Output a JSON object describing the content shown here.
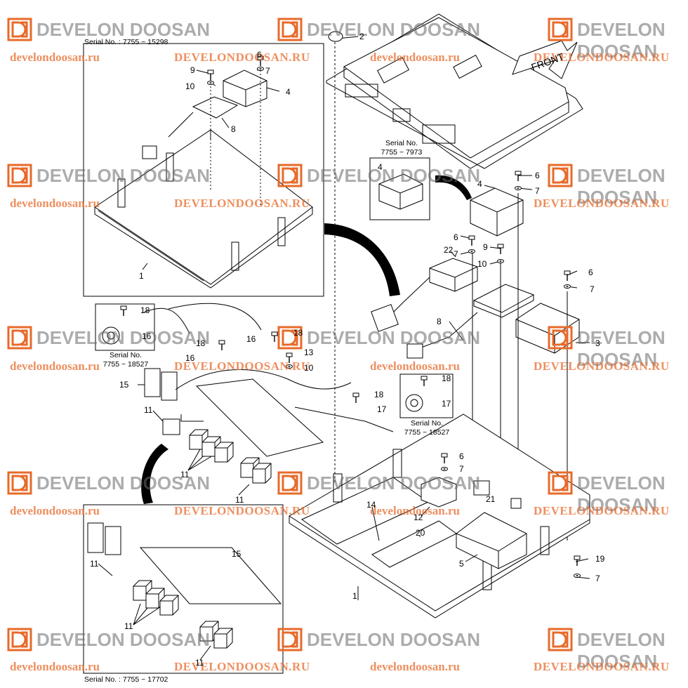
{
  "watermark": {
    "logo_text": "DEVELON DOOSAN",
    "url_lower": "develondoosan.ru",
    "url_upper": "DEVELONDOOSAN.RU",
    "logo_mark_color": "#e86a2a",
    "logo_text_color": "#6a6a6a",
    "url_color": "#e86a2a"
  },
  "front_label": "FRONT",
  "serial_notes": {
    "top_inset": "Serial No. : 7755 ~ 15298",
    "bottom_inset": "Serial No. : 7755 ~ 17702",
    "controller_inset_line1": "Serial No.",
    "controller_inset_line2": "7755 ~ 7973",
    "clamp_left_line1": "Serial No.",
    "clamp_left_line2": "7755 ~ 18527",
    "clamp_right_line1": "Serial No.",
    "clamp_right_line2": "7755 ~ 18527"
  },
  "callouts": {
    "c2": "2",
    "c9a": "9",
    "c10a": "10",
    "c6a": "6",
    "c7a": "7",
    "c4a": "4",
    "c8a": "8",
    "c1a": "1",
    "c4b": "4",
    "c4c": "4",
    "c6b": "6",
    "c7b": "7",
    "c6c": "6",
    "c7c": "7",
    "c9b": "9",
    "c10b": "10",
    "c22": "22",
    "c6d": "6",
    "c7d": "7",
    "c8b": "8",
    "c3": "3",
    "c18a": "18",
    "c16a": "16",
    "c18b": "18",
    "c16b": "16",
    "c16c": "16",
    "c18c": "18",
    "c13": "13",
    "c10c": "10",
    "c15a": "15",
    "c11a": "11",
    "c11b": "11",
    "c11c": "11",
    "c18d": "18",
    "c17a": "17",
    "c18e": "18",
    "c17b": "17",
    "c6e": "6",
    "c7e": "7",
    "c21": "21",
    "c12": "12",
    "c14": "14",
    "c20": "20",
    "c5": "5",
    "c1b": "1",
    "c19": "19",
    "c7f": "7",
    "c15b": "15",
    "c11d": "11",
    "c11e": "11",
    "c11f": "11"
  }
}
